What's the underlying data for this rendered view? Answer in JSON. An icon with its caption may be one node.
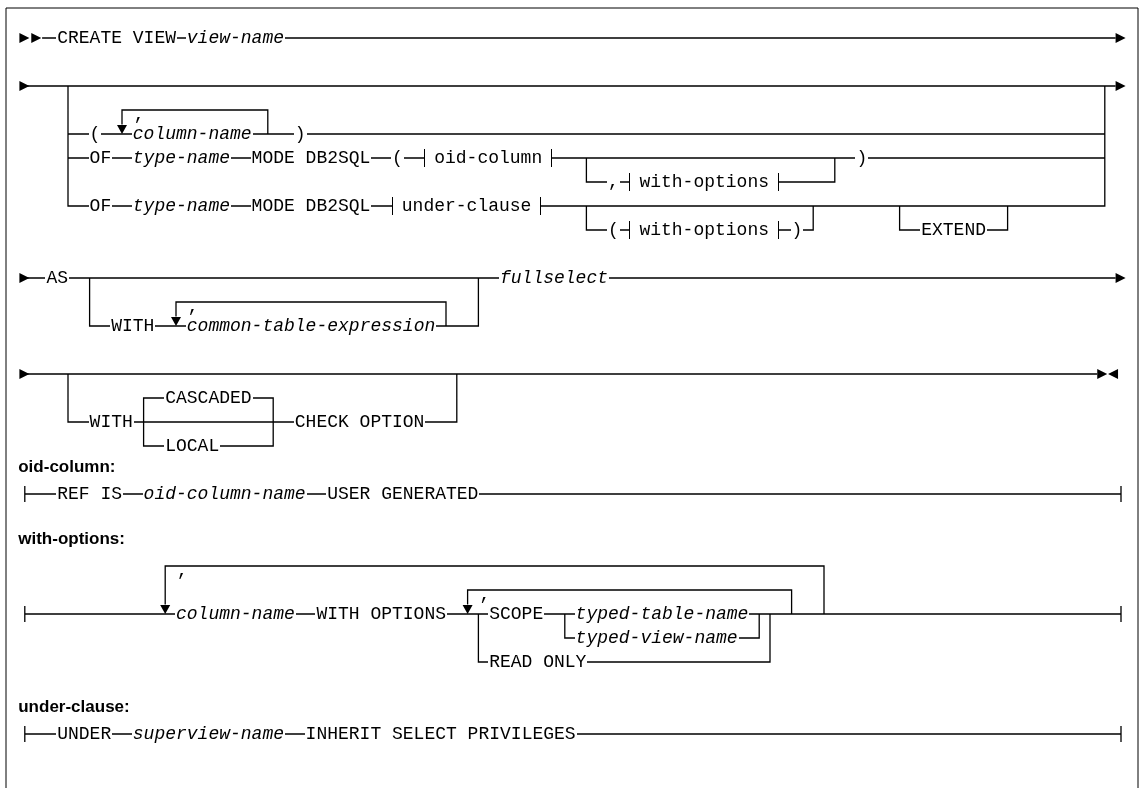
{
  "diagram": {
    "labels": [
      "CREATE VIEW",
      "view-name",
      "(",
      ",",
      "column-name",
      ")",
      "OF",
      "type-name",
      "MODE DB2SQL",
      "(",
      "oid-column",
      ")",
      ",",
      "with-options",
      "OF",
      "type-name",
      "MODE DB2SQL",
      "under-clause",
      "(",
      "with-options",
      ")",
      "EXTEND",
      "AS",
      "fullselect",
      "WITH",
      ",",
      "common-table-expression",
      "CASCADED",
      "WITH",
      "LOCAL",
      "CHECK OPTION",
      "oid-column:",
      "REF IS",
      "oid-column-name",
      "USER GENERATED",
      "with-options:",
      ",",
      "column-name",
      "WITH OPTIONS",
      ",",
      "SCOPE",
      "typed-table-name",
      "typed-view-name",
      "READ ONLY",
      "under-clause:",
      "UNDER",
      "superview-name",
      "INHERIT SELECT PRIVILEGES"
    ]
  }
}
